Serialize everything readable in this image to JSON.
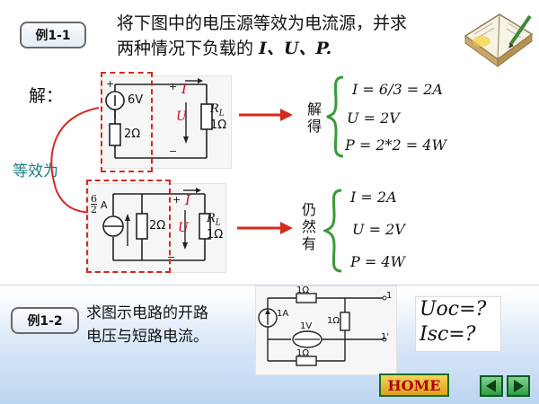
{
  "example1": {
    "tag": "例1-1",
    "heading_line1": "将下图中的电压源等效为电流源，并求",
    "heading_line2_prefix": "两种情况下负载的 ",
    "heading_vars": "I、U、P.",
    "solution_label": "解：",
    "equivalent_label": "等效为",
    "result_word_1": [
      "解",
      "得"
    ],
    "result_word_2": [
      "仍",
      "然",
      "有"
    ],
    "results_top": {
      "I": "I = 6/3 = 2A",
      "U": "U = 2V",
      "P": "P = 2*2 = 4W"
    },
    "results_bottom": {
      "I": "I = 2A",
      "U": "U = 2V",
      "P": "P = 4W"
    },
    "circuit_top": {
      "source": "6V",
      "series_r": "2Ω",
      "current": "I",
      "voltage": "U",
      "load": "R",
      "load_sub": "L",
      "load_value": "1Ω",
      "plus": "+",
      "minus": "−"
    },
    "circuit_bottom": {
      "source_num": "6",
      "source_den": "2",
      "source_unit": "A",
      "parallel_r": "2Ω",
      "current": "I",
      "voltage": "U",
      "load": "R",
      "load_sub": "L",
      "load_value": "1Ω",
      "plus": "+",
      "minus": "−"
    }
  },
  "example2": {
    "tag": "例1-2",
    "text_line1": "求图示电路的开路",
    "text_line2": "电压与短路电流。",
    "circuit": {
      "r_top": "1Ω",
      "r_mid": "1Ω",
      "r_bottom": "1Ω",
      "current_source": "1A",
      "voltage_source": "1V",
      "terminal_top": "1",
      "terminal_bottom": "1'"
    },
    "question_uoc": "Uoc=?",
    "question_isc": "Isc=?"
  },
  "nav": {
    "home_label": "HOME",
    "prev_icon": "left-arrow-icon",
    "next_icon": "right-arrow-icon"
  },
  "colors": {
    "arrow_red": "#d42a1f",
    "dash_red": "#d42a1f",
    "label_teal": "#1a7f86",
    "curly_green": "#3a9a3a"
  }
}
